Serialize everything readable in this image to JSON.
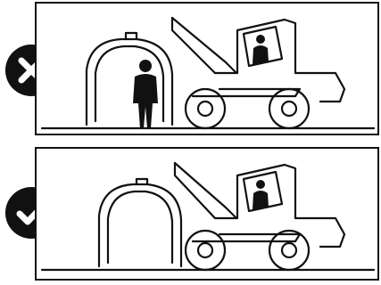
{
  "panels": [
    {
      "id": "unsafe",
      "status": "incorrect",
      "status_icon": "x-mark-icon",
      "shows_person_under_hood": true
    },
    {
      "id": "safe",
      "status": "correct",
      "status_icon": "check-mark-icon",
      "shows_person_under_hood": false
    }
  ],
  "colors": {
    "ink": "#111111",
    "background": "#ffffff"
  }
}
